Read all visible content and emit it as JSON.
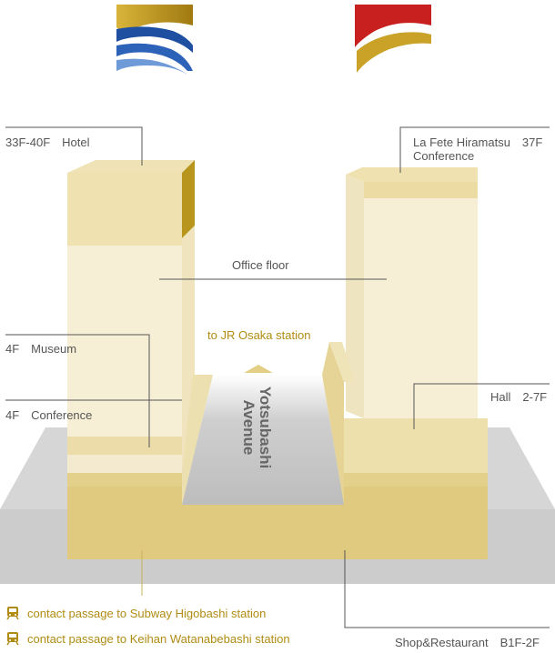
{
  "labels": {
    "hotel": "33F-40F　Hotel",
    "la_fete_line1": "La Fete Hiramatsu　37F",
    "la_fete_line2": "Conference",
    "office": "Office floor",
    "museum": "4F　Museum",
    "conference": "4F　Conference",
    "hall": "Hall　2-7F",
    "jr_osaka": "to JR Osaka station",
    "avenue_line1": "Yotsubashi",
    "avenue_line2": "Avenue",
    "shop": "Shop&Restaurant　B1F-2F"
  },
  "legend": [
    {
      "text": "contact passage to Subway Higobashi station",
      "icon": "train-icon"
    },
    {
      "text": "contact passage to Keihan Watanabebashi station",
      "icon": "train-icon"
    }
  ],
  "colors": {
    "tower_light": "#f4eccb",
    "tower_mid": "#ecdfa8",
    "podium": "#e3d08a",
    "gold": "#b08c14",
    "road": "#c8c8c8",
    "ground": "#dcdcdc",
    "logo_blue": "#1f4fa0",
    "logo_red": "#c8201e",
    "logo_gold": "#c9a227"
  }
}
